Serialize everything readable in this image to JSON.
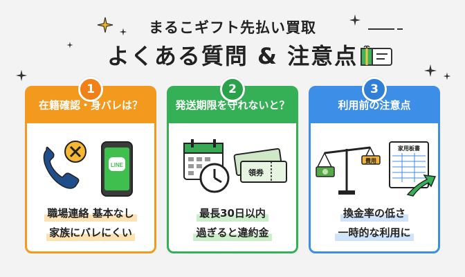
{
  "header": {
    "title_line1": "まるこギフト先払い買取",
    "title_line2": "よくある質問 & 注意点"
  },
  "cards": [
    {
      "number": "1",
      "heading": "在籍確認・身バレは？",
      "phone_label": "LINE",
      "lines": [
        "職場連絡 基本なし",
        "家族にバレにくい"
      ],
      "accent": "#f39a1e"
    },
    {
      "number": "2",
      "heading": "発送期限を守れないと？",
      "ticket_label": "領券",
      "lines": [
        "最長30日以内",
        "過ぎると違約金"
      ],
      "accent": "#36b056"
    },
    {
      "number": "3",
      "heading": "利用前の注意点",
      "ledger_label": "家用板書",
      "fee_label": "費用",
      "lines": [
        "換金率の低さ",
        "一時的な利用に"
      ],
      "accent": "#3c8ee6"
    }
  ]
}
